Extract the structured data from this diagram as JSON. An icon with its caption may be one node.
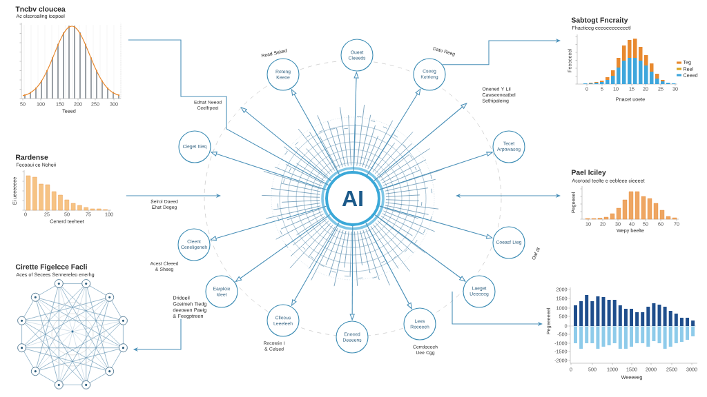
{
  "diagram": {
    "nodes": [
      {
        "text": [
          "Tncbv cloucea",
          "Ac olsoroaling ioopoel",
          "Teeed"
        ]
      },
      {
        "text": [
          "Sabtogt Fncraity",
          "Fhactieeg eeeoeeeeeeeetl",
          "Feeeeeeel",
          "Pnacet uoete"
        ]
      },
      {
        "text": [
          "Oueet Cleeeds"
        ]
      },
      {
        "text": [
          "Roteng Keeoe"
        ],
        "beside": [
          "Read Seked"
        ]
      },
      {
        "text": [
          "Cseeg Ketrieng"
        ],
        "beside": [
          "Dato Reeg"
        ]
      },
      {
        "text": [
          "Cieget Itieq"
        ]
      },
      {
        "text": [
          "Tecet Arpowaseg"
        ]
      },
      {
        "text": [
          "Rardense",
          "Fecoaui ce Noheii",
          "Ei ueeeeeee",
          "Cenerd teeheet"
        ]
      },
      {
        "text": [
          "Pael Iciley",
          "Acoroad teelte e eebleee cieeeet",
          "Pegeeeel",
          "Wepy beelte"
        ]
      },
      {
        "text": [
          "AI"
        ]
      },
      {
        "text": [
          "Cleent Ceneligeneh"
        ],
        "beside": [
          "Acest Cleeed & Sheeg"
        ]
      },
      {
        "text": [
          "Coeasf Lteg"
        ],
        "beside": [
          "Oaf dt"
        ]
      },
      {
        "text": [
          "Cirette Figelcce Facli",
          "Aces of Secees Sennereleo enerhg"
        ]
      },
      {
        "text": [
          "Earpleie Ideet"
        ]
      },
      {
        "text": [
          "Laeget Ueeeeeg"
        ]
      },
      {
        "text": [
          "Pegeeeeeel",
          "Weeeeeg"
        ]
      },
      {
        "text": [
          "Dridoeil Gceimeh Tiedg deeoeen Paeig & Feegptreen"
        ]
      },
      {
        "text": [
          "Clleeus Leeeleeh"
        ],
        "beside": [
          "Recoteie I & Celsed"
        ]
      },
      {
        "text": [
          "Lees Reeeeeh"
        ],
        "beside": [
          "Cerrdeeeeh Uee Cgg"
        ]
      },
      {
        "text": [
          "Eneeed Deeeens"
        ]
      }
    ],
    "edges": [
      {
        "from": 0,
        "to": 9,
        "arrow": "none",
        "label": "Ednat Neeod Ceelfrpeei"
      },
      {
        "from": 7,
        "to": null,
        "arrow": "to",
        "label": "Selrol Daeed Ehat Degeg"
      },
      {
        "from": 4,
        "to": 1,
        "arrow": "to"
      },
      {
        "from": null,
        "to": 8,
        "arrow": "both"
      },
      {
        "from": null,
        "to": 15,
        "arrow": "to"
      },
      {
        "from": 16,
        "to": 12,
        "arrow": "to"
      },
      {
        "from": 9,
        "to": 2,
        "arrow": "to"
      },
      {
        "from": 9,
        "to": 3,
        "arrow": "to"
      },
      {
        "from": 9,
        "to": 4,
        "arrow": "to"
      },
      {
        "from": 9,
        "to": 5,
        "arrow": "to"
      },
      {
        "from": 9,
        "to": 6,
        "arrow": "to"
      },
      {
        "from": 9,
        "to": 10,
        "arrow": "to"
      },
      {
        "from": 9,
        "to": 11,
        "arrow": "to"
      },
      {
        "from": 9,
        "to": 13,
        "arrow": "to"
      },
      {
        "from": 9,
        "to": 14,
        "arrow": "to"
      },
      {
        "from": 9,
        "to": 17,
        "arrow": "to"
      },
      {
        "from": 9,
        "to": 18,
        "arrow": "to"
      },
      {
        "from": 9,
        "to": 19,
        "arrow": "to"
      },
      {
        "from": 9,
        "to": null,
        "arrow": "to"
      },
      {
        "from": 9,
        "to": null,
        "arrow": "to"
      }
    ],
    "labels": [
      "50",
      "100",
      "150",
      "200",
      "250",
      "300",
      "0",
      "5",
      "10",
      "15",
      "20",
      "25",
      "30",
      "Onened Y Lil Cawseeneatbel Sethipaleing",
      "0",
      "25",
      "50",
      "75",
      "100",
      "10",
      "20",
      "30",
      "40",
      "50",
      "60",
      "70",
      "2000",
      "1500",
      "1000",
      "500",
      "0",
      "-500",
      "-1000",
      "-1500",
      "-2000",
      "0",
      "500",
      "1000",
      "1500",
      "2000",
      "2500",
      "3000"
    ],
    "legend": [
      {
        "text": "Teg",
        "color": "#e8892f"
      },
      {
        "text": "Reel",
        "color": "#d9a520"
      },
      {
        "text": "Ceeed",
        "color": "#3ea6dc"
      }
    ]
  }
}
